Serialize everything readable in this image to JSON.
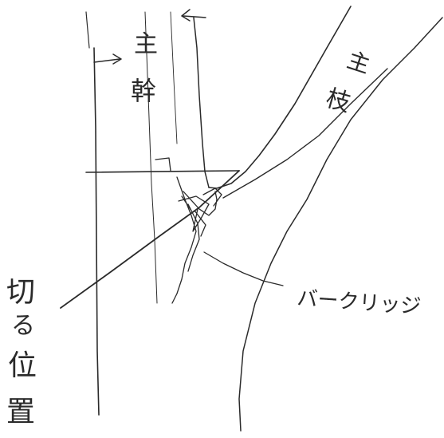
{
  "labels": {
    "trunk_char1": "主",
    "trunk_char2": "幹",
    "branch_char1": "主",
    "branch_char2": "枝",
    "cut_position_char1": "切",
    "cut_position_char2": "る",
    "cut_position_char3": "位",
    "cut_position_char4": "置",
    "branch_bark_ridge": "バークリッジ"
  },
  "colors": {
    "ink": "#2a2a2a",
    "paper": "#ffffff"
  }
}
